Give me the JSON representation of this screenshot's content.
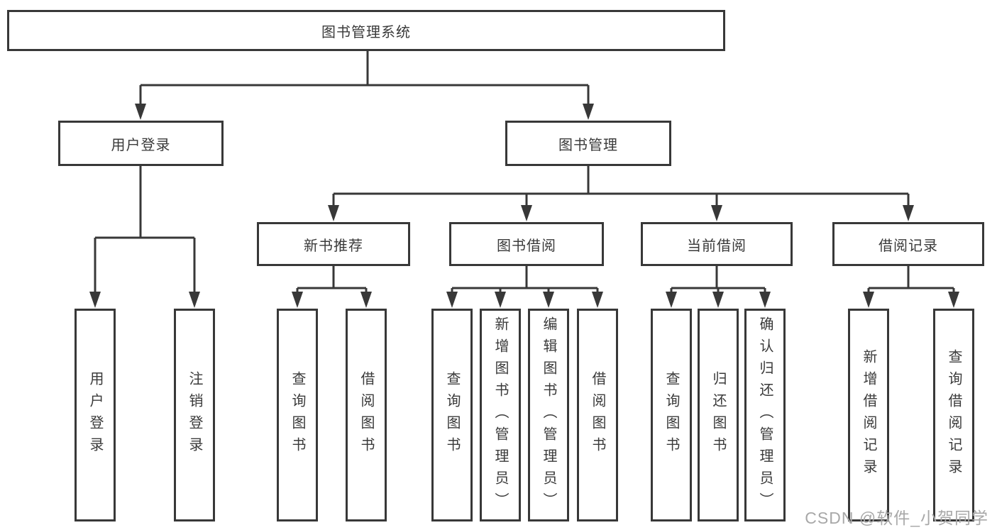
{
  "colors": {
    "line": "#383838",
    "text": "#3a3a3a",
    "background": "#ffffff",
    "watermark": "#a8a8a8"
  },
  "watermark": {
    "text": "CSDN @软件_小贺同学"
  },
  "diagram": {
    "root": {
      "label": "图书管理系统",
      "children": [
        {
          "label": "用户登录",
          "children": [
            {
              "label": "用户登录"
            },
            {
              "label": "注销登录"
            }
          ]
        },
        {
          "label": "图书管理",
          "children": [
            {
              "label": "新书推荐",
              "children": [
                {
                  "label": "查询图书"
                },
                {
                  "label": "借阅图书"
                }
              ]
            },
            {
              "label": "图书借阅",
              "children": [
                {
                  "label": "查询图书"
                },
                {
                  "label": "新增图书（管理员）"
                },
                {
                  "label": "编辑图书（管理员）"
                },
                {
                  "label": "借阅图书"
                }
              ]
            },
            {
              "label": "当前借阅",
              "children": [
                {
                  "label": "查询图书"
                },
                {
                  "label": "归还图书"
                },
                {
                  "label": "确认归还（管理员）"
                }
              ]
            },
            {
              "label": "借阅记录",
              "children": [
                {
                  "label": "新增借阅记录"
                },
                {
                  "label": "查询借阅记录"
                }
              ]
            }
          ]
        }
      ]
    }
  }
}
